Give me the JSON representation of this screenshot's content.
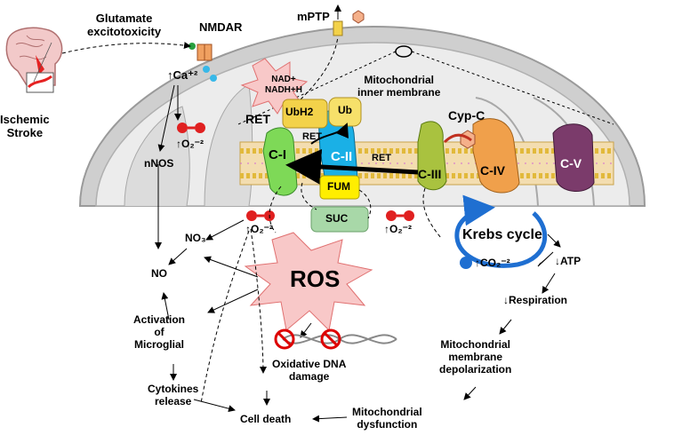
{
  "labels": {
    "ischemic_stroke": [
      "Ischemic",
      "Stroke"
    ],
    "glutamate": [
      "Glutamate",
      "excitotoxicity"
    ],
    "nmdar": "NMDAR",
    "ca": "↑Ca⁺²",
    "mptp": "mPTP",
    "nad": [
      "NAD+",
      "NADH+H"
    ],
    "inner_membrane": [
      "Mitochondrial",
      "inner membrane"
    ],
    "o2_species": "↑O₂⁻²",
    "ret": "RET",
    "ubh2": "UbH2",
    "ub": "Ub",
    "ci": "C-I",
    "cii": "C-II",
    "ciii": "C-III",
    "civ": "C-IV",
    "cv": "C-V",
    "cyp_c": "Cyp-C",
    "fum": "FUM",
    "suc": "SUC",
    "krebs": "Krebs cycle",
    "atp": "↓ATP",
    "co2": "↑CO₂⁻²",
    "nnos": "nNOS",
    "no3": "NO₃",
    "no": "NO",
    "ros": "ROS",
    "activation": [
      "Activation",
      "of",
      "Microglial"
    ],
    "cytokines": [
      "Cytokines",
      "release"
    ],
    "oxidative": [
      "Oxidative DNA",
      "damage"
    ],
    "cell_death": "Cell death",
    "respiration": "↓Respiration",
    "depolarization": [
      "Mitochondrial",
      "membrane",
      "depolarization"
    ],
    "dysfunction": [
      "Mitochondrial",
      "dysfunction"
    ]
  },
  "colors": {
    "membrane": "#c8c8c8",
    "matrix": "#ffffff",
    "complex_i": "#7ed957",
    "complex_ii": "#1ab0e6",
    "complex_iii": "#a9c23f",
    "complex_iv": "#f0a04b",
    "complex_v": "#7b3b6b",
    "fum": "#ffee00",
    "suc": "#a8d8a8",
    "ros_burst": "#f8c8c8",
    "krebs_ring": "#1f6fd1",
    "oxygen": "#e02020"
  }
}
